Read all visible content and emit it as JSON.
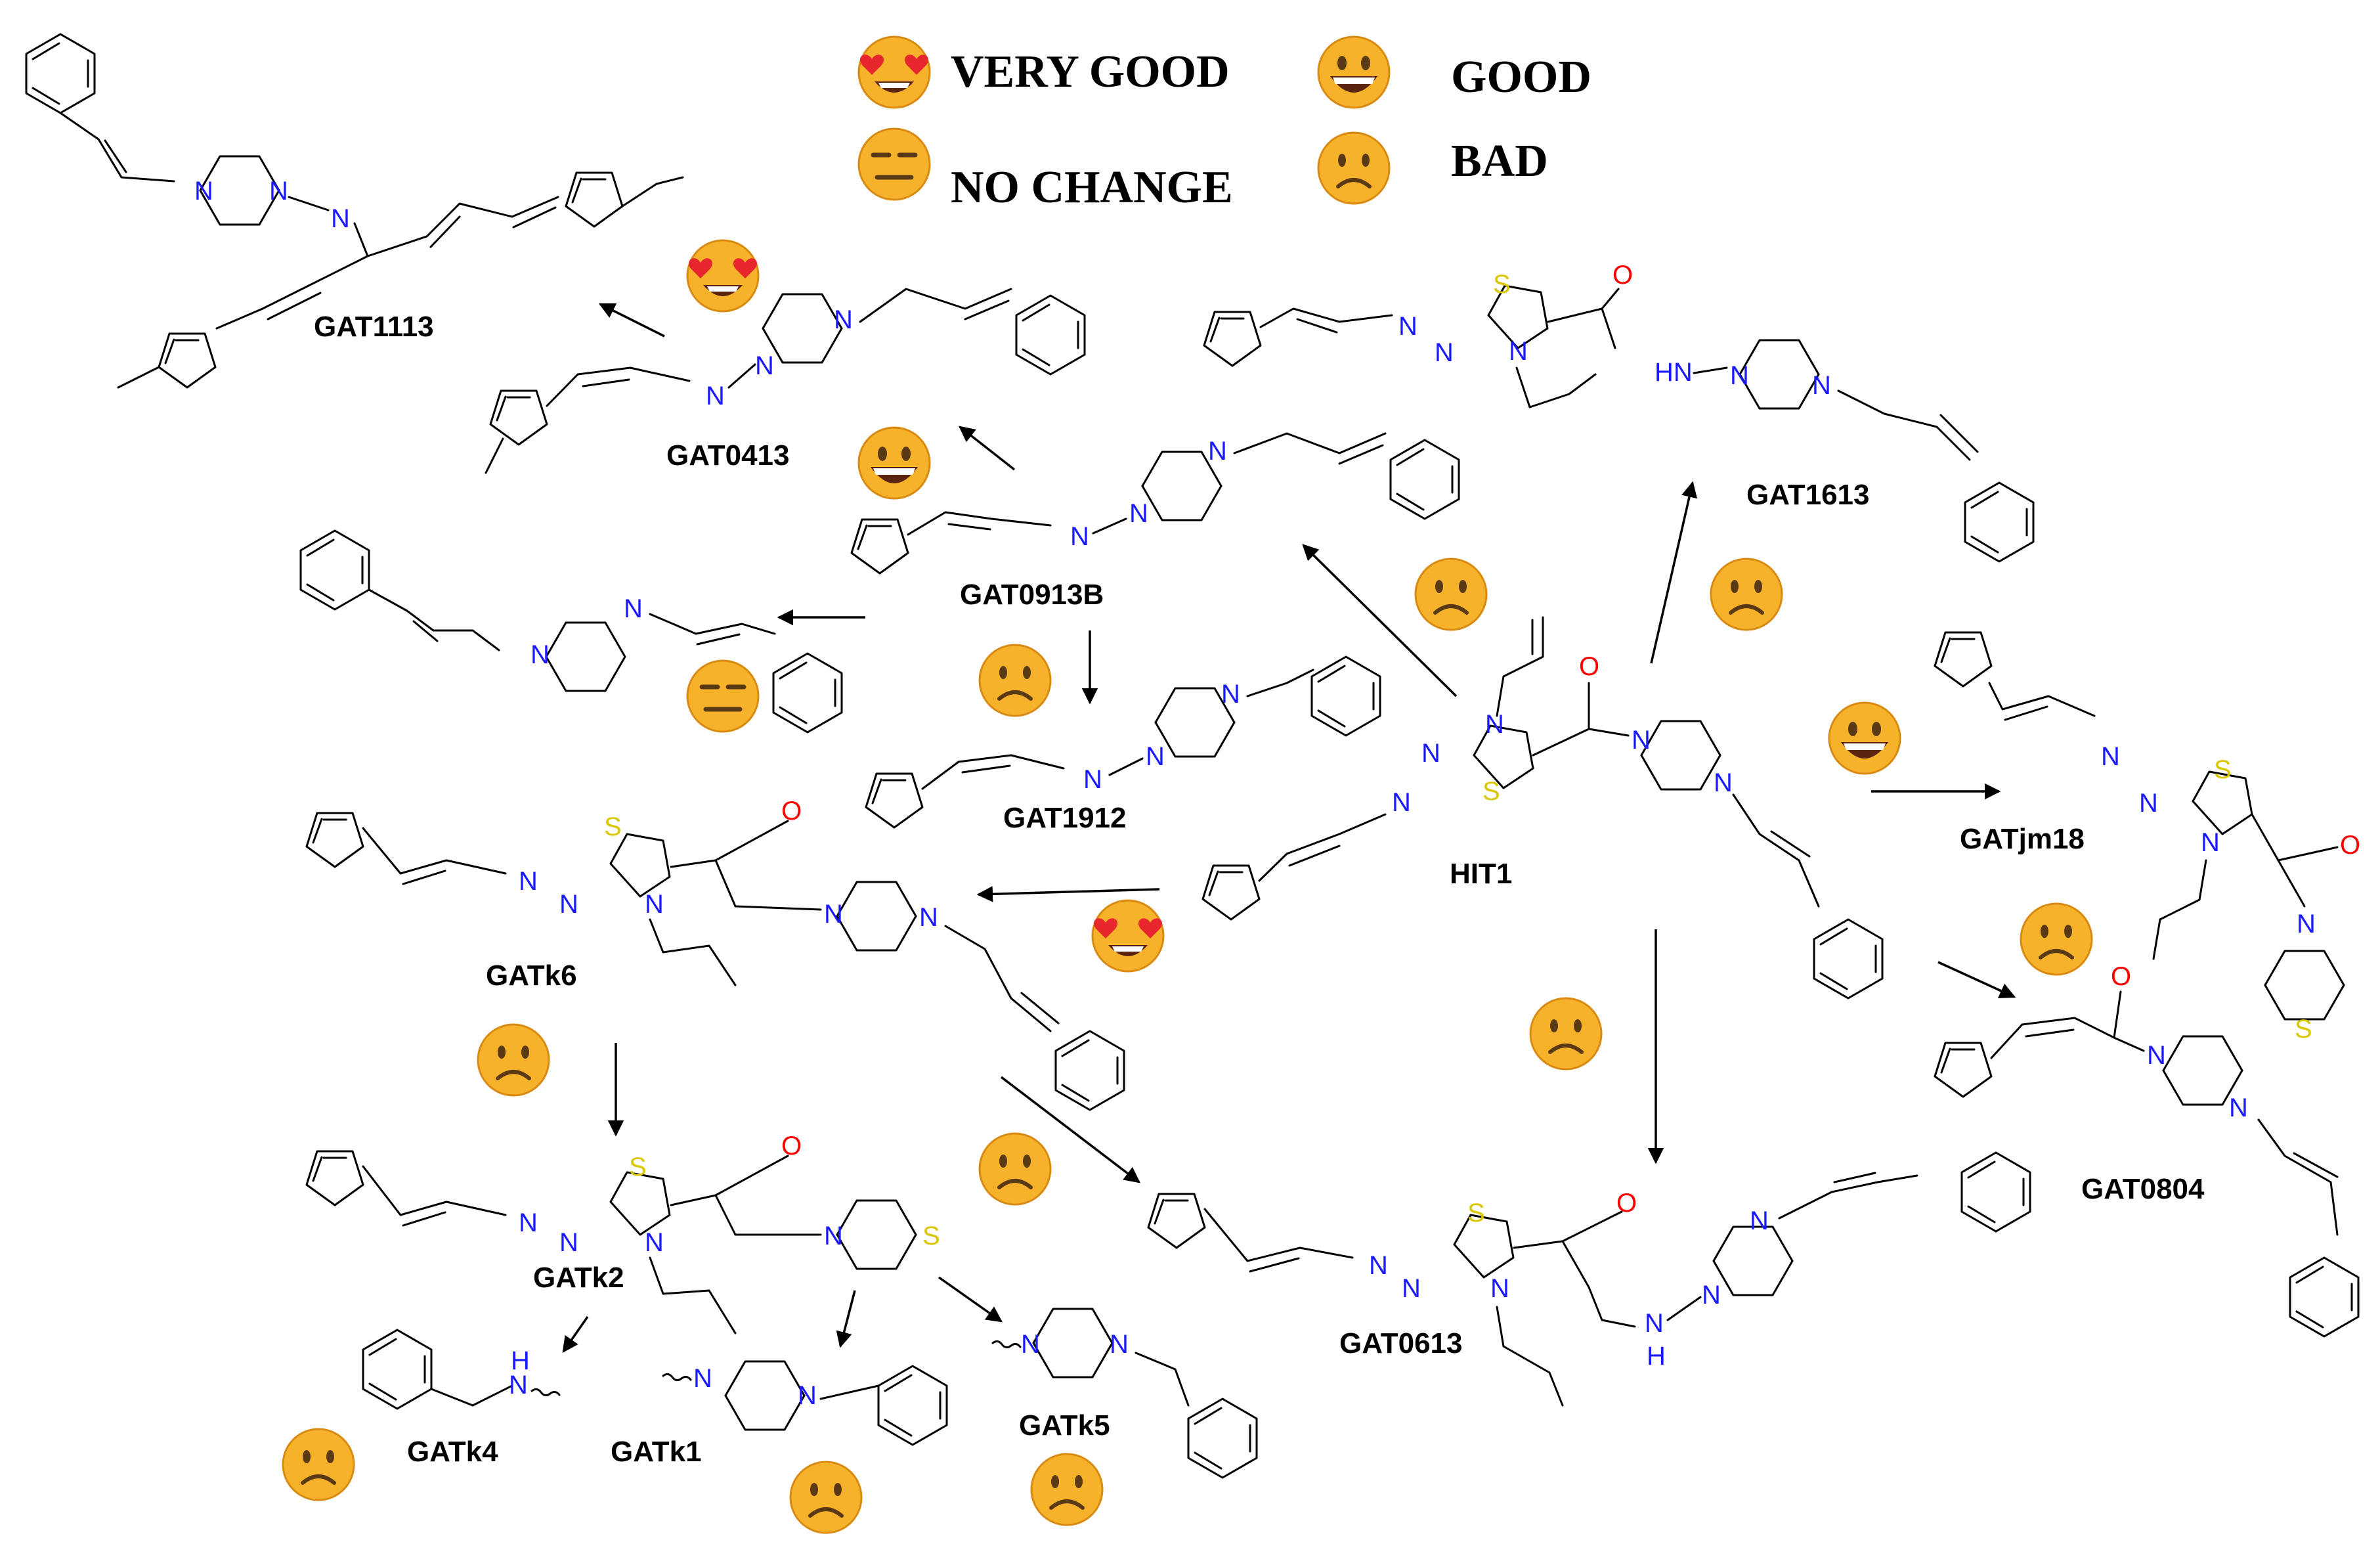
{
  "colors": {
    "nitrogen": "#1a1aff",
    "oxygen": "#ff0000",
    "sulfur": "#d9c800",
    "bond": "#000000",
    "emoji_face": "#f7b22c",
    "emoji_eye": "#5a3a14",
    "emoji_heart": "#e8262e",
    "emoji_mouth": "#7a3a14"
  },
  "legend": {
    "very_good": "VERY GOOD",
    "good": "GOOD",
    "no_change": "NO CHANGE",
    "bad": "BAD"
  },
  "atoms": {
    "N": "N",
    "O": "O",
    "S": "S",
    "H": "H",
    "HN": "HN"
  },
  "compounds": [
    {
      "id": "GAT1113",
      "label": "GAT1113",
      "rating": "very_good"
    },
    {
      "id": "GAT0413",
      "label": "GAT0413",
      "rating": "good"
    },
    {
      "id": "GAT0913B",
      "label": "GAT0913B",
      "rating": "bad"
    },
    {
      "id": "GAT1912",
      "label": "GAT1912",
      "rating": "bad"
    },
    {
      "id": "GAT1613",
      "label": "GAT1613",
      "rating": "bad"
    },
    {
      "id": "HIT1",
      "label": "HIT1",
      "rating": ""
    },
    {
      "id": "GATjm18",
      "label": "GATjm18",
      "rating": "good"
    },
    {
      "id": "GATk6",
      "label": "GATk6",
      "rating": "very_good"
    },
    {
      "id": "GAT0804",
      "label": "GAT0804",
      "rating": "bad"
    },
    {
      "id": "GATk2",
      "label": "GATk2",
      "rating": "bad"
    },
    {
      "id": "GAT0613",
      "label": "GAT0613",
      "rating": "bad"
    },
    {
      "id": "GATk4",
      "label": "GATk4",
      "rating": "bad"
    },
    {
      "id": "GATk1",
      "label": "GATk1",
      "rating": "bad"
    },
    {
      "id": "GATk5",
      "label": "GATk5",
      "rating": "bad"
    },
    {
      "id": "nochange",
      "label": "",
      "rating": "no_change"
    }
  ]
}
